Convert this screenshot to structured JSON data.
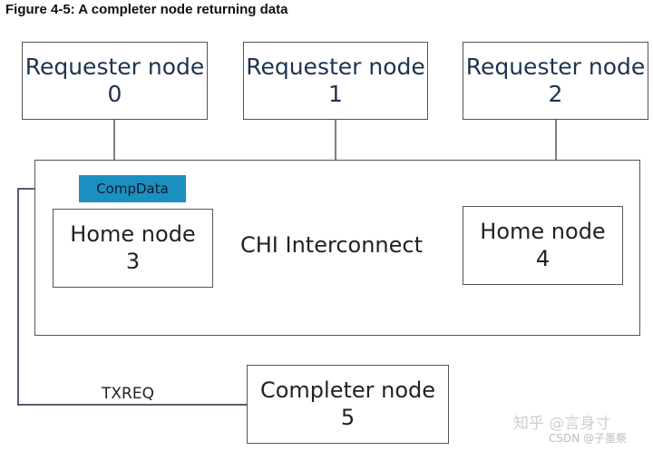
{
  "figure": {
    "title": "Figure 4-5: A completer node returning data"
  },
  "requester_nodes": [
    {
      "name": "Requester node",
      "id": "0"
    },
    {
      "name": "Requester node",
      "id": "1"
    },
    {
      "name": "Requester node",
      "id": "2"
    }
  ],
  "interconnect": {
    "label": "CHI Interconnect"
  },
  "home_nodes": [
    {
      "name": "Home node",
      "id": "3"
    },
    {
      "name": "Home node",
      "id": "4"
    }
  ],
  "completer_node": {
    "name": "Completer node",
    "id": "5"
  },
  "message": {
    "label": "CompData"
  },
  "wire": {
    "label": "TXREQ"
  },
  "watermark": {
    "line1": "知乎 @言身寸",
    "line2": "CSDN @子墨祭"
  },
  "colors": {
    "box_border": "#555555",
    "message_fill": "#1b90c0",
    "requester_text": "#1e3350"
  }
}
